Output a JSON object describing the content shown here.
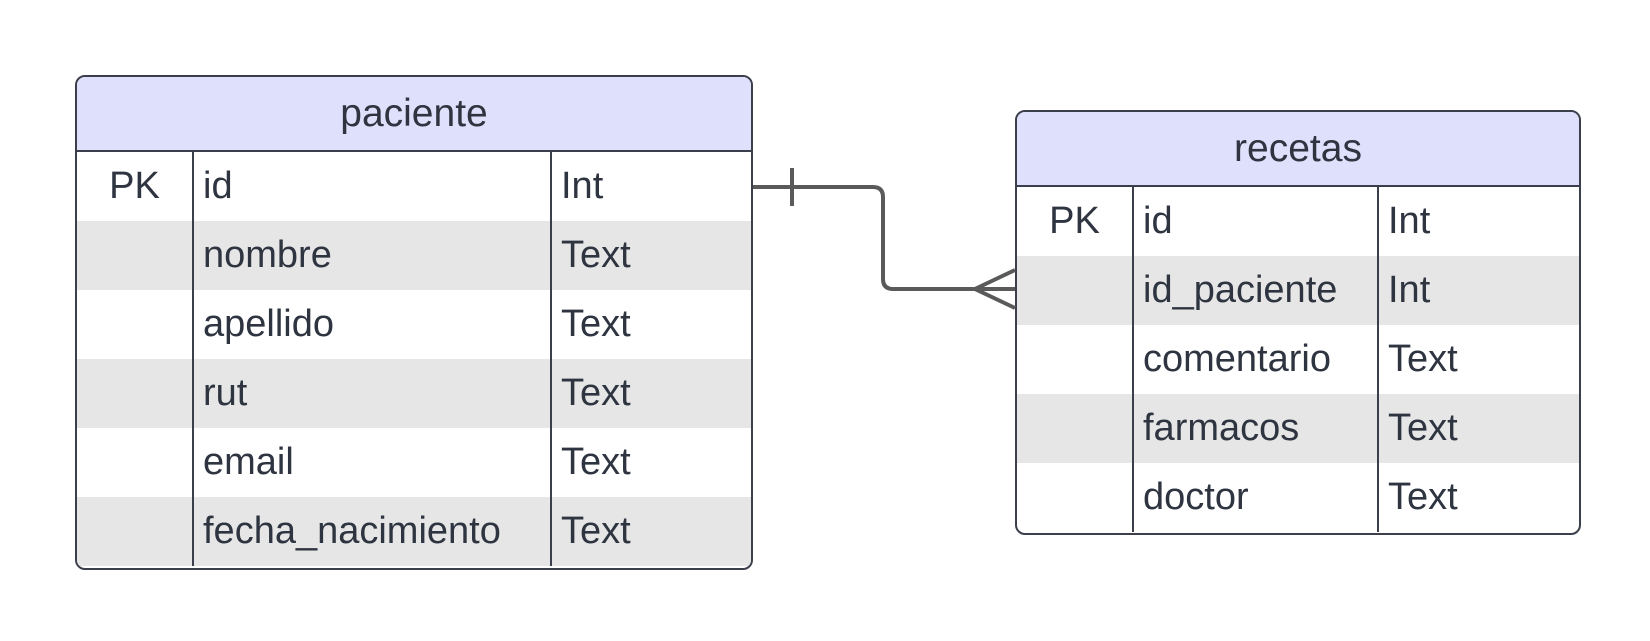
{
  "entities": [
    {
      "title": "paciente",
      "rows": [
        {
          "key": "PK",
          "name": "id",
          "type": "Int"
        },
        {
          "key": "",
          "name": "nombre",
          "type": "Text"
        },
        {
          "key": "",
          "name": "apellido",
          "type": "Text"
        },
        {
          "key": "",
          "name": "rut",
          "type": "Text"
        },
        {
          "key": "",
          "name": "email",
          "type": "Text"
        },
        {
          "key": "",
          "name": "fecha_nacimiento",
          "type": "Text"
        }
      ]
    },
    {
      "title": "recetas",
      "rows": [
        {
          "key": "PK",
          "name": "id",
          "type": "Int"
        },
        {
          "key": "",
          "name": "id_paciente",
          "type": "Int"
        },
        {
          "key": "",
          "name": "comentario",
          "type": "Text"
        },
        {
          "key": "",
          "name": "farmacos",
          "type": "Text"
        },
        {
          "key": "",
          "name": "doctor",
          "type": "Text"
        }
      ]
    }
  ],
  "relationship": {
    "from": "paciente",
    "to": "recetas",
    "from_cardinality": "one",
    "to_cardinality": "many"
  },
  "colors": {
    "header": "#dfe0fb",
    "alt_row": "#e6e6e6",
    "border": "#3a3f4b",
    "connector": "#5a5a5a"
  }
}
